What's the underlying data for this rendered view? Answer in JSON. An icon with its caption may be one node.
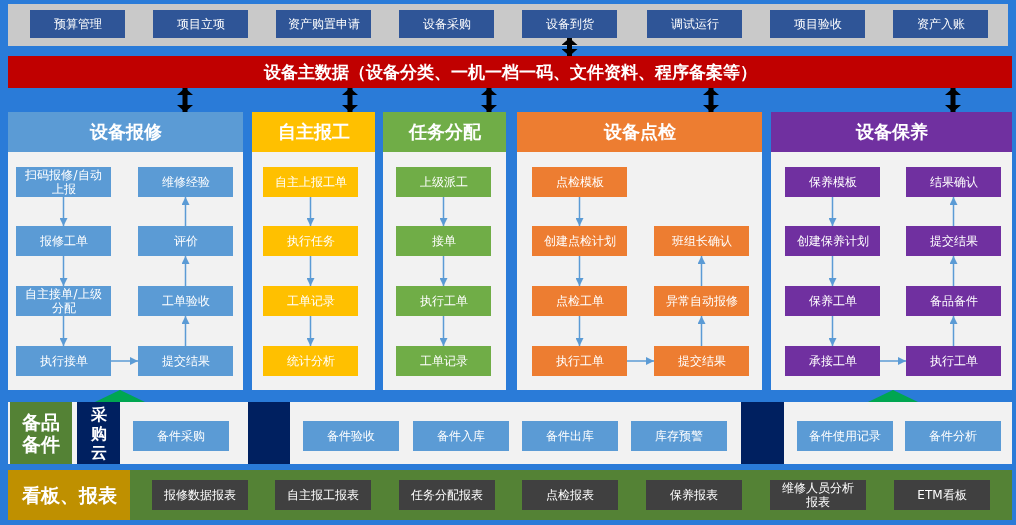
{
  "diagram": {
    "nodes": [
      {
        "text": [],
        "shape": "box"
      },
      {
        "text": [
          "预算管理"
        ],
        "in": 0
      },
      {
        "text": [
          "项目立项"
        ],
        "in": 0
      },
      {
        "text": [
          "资产购置申请"
        ],
        "in": 0
      },
      {
        "text": [
          "设备采购"
        ],
        "in": 0
      },
      {
        "text": [
          "设备到货"
        ],
        "in": 0
      },
      {
        "text": [
          "调试运行"
        ],
        "in": 0
      },
      {
        "text": [
          "项目验收"
        ],
        "in": 0
      },
      {
        "text": [
          "资产入账"
        ],
        "in": 0
      },
      {
        "text": [
          "设备主数据（设备分类、一机一档一码、文件资料、程序备案等）"
        ]
      },
      {
        "text": [
          "设备报修"
        ]
      },
      {
        "text": [
          "扫码报修/自动上报"
        ],
        "in": 10
      },
      {
        "text": [
          "报修工单"
        ],
        "in": 10
      },
      {
        "text": [
          "自主接单/上级分配"
        ],
        "in": 10
      },
      {
        "text": [
          "执行接单"
        ],
        "in": 10
      },
      {
        "text": [
          "提交结果"
        ],
        "in": 10
      },
      {
        "text": [
          "工单验收"
        ],
        "in": 10
      },
      {
        "text": [
          "评价"
        ],
        "in": 10
      },
      {
        "text": [
          "维修经验"
        ],
        "in": 10
      },
      {
        "text": [
          "自主报工"
        ]
      },
      {
        "text": [
          "自主上报工单"
        ],
        "in": 19
      },
      {
        "text": [
          "执行任务"
        ],
        "in": 19
      },
      {
        "text": [
          "工单记录"
        ],
        "in": 19
      },
      {
        "text": [
          "统计分析"
        ],
        "in": 19
      },
      {
        "text": [
          "任务分配"
        ]
      },
      {
        "text": [
          "上级派工"
        ],
        "in": 24
      },
      {
        "text": [
          "接单"
        ],
        "in": 24
      },
      {
        "text": [
          "执行工单"
        ],
        "in": 24
      },
      {
        "text": [
          "工单记录"
        ],
        "in": 24
      },
      {
        "text": [
          "设备点检"
        ]
      },
      {
        "text": [
          "点检模板"
        ],
        "in": 29
      },
      {
        "text": [
          "创建点检计划"
        ],
        "in": 29
      },
      {
        "text": [
          "点检工单"
        ],
        "in": 29
      },
      {
        "text": [
          "执行工单"
        ],
        "in": 29
      },
      {
        "text": [
          "提交结果"
        ],
        "in": 29
      },
      {
        "text": [
          "异常自动报修"
        ],
        "in": 29
      },
      {
        "text": [
          "班组长确认"
        ],
        "in": 29
      },
      {
        "text": [
          "设备保养"
        ]
      },
      {
        "text": [
          "保养模板"
        ],
        "in": 37
      },
      {
        "text": [
          "创建保养计划"
        ],
        "in": 37
      },
      {
        "text": [
          "保养工单"
        ],
        "in": 37
      },
      {
        "text": [
          "承接工单"
        ],
        "in": 37
      },
      {
        "text": [
          "执行工单"
        ],
        "in": 37
      },
      {
        "text": [
          "备品备件"
        ],
        "in": 37
      },
      {
        "text": [
          "提交结果"
        ],
        "in": 37
      },
      {
        "text": [
          "结果确认"
        ],
        "in": 37
      },
      {
        "text": [],
        "shape": "box"
      },
      {
        "text": [
          "备品备件"
        ],
        "in": 46
      },
      {
        "text": [
          "采购云"
        ],
        "in": 46
      },
      {
        "text": [
          "备件采购"
        ],
        "in": 46
      },
      {
        "text": [],
        "shape": "box",
        "in": 46
      },
      {
        "text": [
          "备件验收"
        ],
        "in": 46
      },
      {
        "text": [
          "备件入库"
        ],
        "in": 46
      },
      {
        "text": [
          "备件出库"
        ],
        "in": 46
      },
      {
        "text": [
          "库存预警"
        ],
        "in": 46
      },
      {
        "text": [],
        "shape": "box",
        "in": 46
      },
      {
        "text": [
          "备件使用记录"
        ],
        "in": 46
      },
      {
        "text": [
          "备件分析"
        ],
        "in": 46
      },
      {
        "text": [],
        "shape": "box"
      },
      {
        "text": [
          "看板、报表"
        ],
        "in": 58
      },
      {
        "text": [
          "报修数据报表"
        ],
        "in": 58
      },
      {
        "text": [
          "自主报工报表"
        ],
        "in": 58
      },
      {
        "text": [
          "任务分配报表"
        ],
        "in": 58
      },
      {
        "text": [
          "点检报表"
        ],
        "in": 58
      },
      {
        "text": [
          "保养报表"
        ],
        "in": 58
      },
      {
        "text": [
          "维修人员分析报表"
        ],
        "in": 58
      },
      {
        "text": [
          "ETM看板"
        ],
        "in": 58
      }
    ],
    "edges": [
      {
        "from": 9,
        "to": 5,
        "arrow": "both",
        "style": "thick",
        "color": "#000000"
      },
      {
        "from": 9,
        "to": 10,
        "arrow": "both",
        "style": "thick",
        "color": "#000000"
      },
      {
        "from": 9,
        "to": 19,
        "arrow": "both",
        "style": "thick",
        "color": "#000000"
      },
      {
        "from": 9,
        "to": 24,
        "arrow": "both",
        "style": "thick",
        "color": "#000000"
      },
      {
        "from": 9,
        "to": 29,
        "arrow": "both",
        "style": "thick",
        "color": "#000000"
      },
      {
        "from": 9,
        "to": 37,
        "arrow": "both",
        "style": "thick",
        "color": "#000000"
      },
      {
        "from": 11,
        "to": 12,
        "arrow": "to"
      },
      {
        "from": 12,
        "to": 13,
        "arrow": "to"
      },
      {
        "from": 13,
        "to": 14,
        "arrow": "to"
      },
      {
        "from": 14,
        "to": 15,
        "arrow": "to"
      },
      {
        "from": 15,
        "to": 16,
        "arrow": "to"
      },
      {
        "from": 16,
        "to": 17,
        "arrow": "to"
      },
      {
        "from": 17,
        "to": 18,
        "arrow": "to"
      },
      {
        "from": 20,
        "to": 21,
        "arrow": "to"
      },
      {
        "from": 21,
        "to": 22,
        "arrow": "to"
      },
      {
        "from": 22,
        "to": 23,
        "arrow": "to"
      },
      {
        "from": 25,
        "to": 26,
        "arrow": "to"
      },
      {
        "from": 26,
        "to": 27,
        "arrow": "to"
      },
      {
        "from": 27,
        "to": 28,
        "arrow": "to"
      },
      {
        "from": 30,
        "to": 31,
        "arrow": "to"
      },
      {
        "from": 31,
        "to": 32,
        "arrow": "to"
      },
      {
        "from": 32,
        "to": 33,
        "arrow": "to"
      },
      {
        "from": 33,
        "to": 34,
        "arrow": "to"
      },
      {
        "from": 34,
        "to": 35,
        "arrow": "to"
      },
      {
        "from": 35,
        "to": 36,
        "arrow": "to"
      },
      {
        "from": 38,
        "to": 39,
        "arrow": "to"
      },
      {
        "from": 39,
        "to": 40,
        "arrow": "to"
      },
      {
        "from": 40,
        "to": 41,
        "arrow": "to"
      },
      {
        "from": 41,
        "to": 42,
        "arrow": "to"
      },
      {
        "from": 42,
        "to": 43,
        "arrow": "to"
      },
      {
        "from": 43,
        "to": 44,
        "arrow": "to"
      },
      {
        "from": 44,
        "to": 45,
        "arrow": "to"
      },
      {
        "from": 46,
        "to": 10,
        "arrow": "to",
        "color": "#00a651"
      },
      {
        "from": 46,
        "to": 37,
        "arrow": "to",
        "color": "#00a651"
      }
    ]
  }
}
